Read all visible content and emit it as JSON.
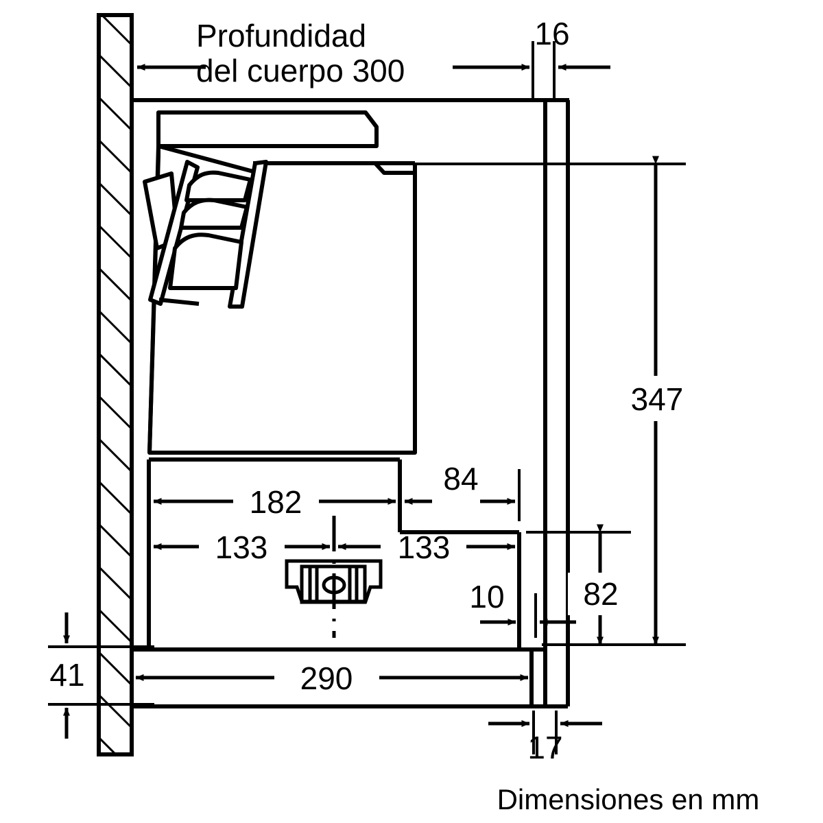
{
  "drawing": {
    "title_note_line1": "Profundidad",
    "title_note_line2": "del cuerpo 300",
    "footer_note": "Dimensiones en mm",
    "units": "mm",
    "line_color": "#000000",
    "background_color": "#ffffff"
  },
  "dimensions": {
    "body_depth": "300",
    "front_panel_16": "16",
    "height_347": "347",
    "height_82": "82",
    "width_182": "182",
    "width_84": "84",
    "width_133_left": "133",
    "width_133_right": "133",
    "offset_10": "10",
    "thickness_17": "17",
    "width_290": "290",
    "height_41": "41"
  },
  "labels": [
    {
      "id": "d300",
      "value": "300",
      "orientation": "horizontal"
    },
    {
      "id": "d16",
      "value": "16",
      "orientation": "horizontal"
    },
    {
      "id": "d347",
      "value": "347",
      "orientation": "vertical"
    },
    {
      "id": "d82",
      "value": "82",
      "orientation": "vertical"
    },
    {
      "id": "d182",
      "value": "182",
      "orientation": "horizontal"
    },
    {
      "id": "d84",
      "value": "84",
      "orientation": "horizontal"
    },
    {
      "id": "d133a",
      "value": "133",
      "orientation": "horizontal"
    },
    {
      "id": "d133b",
      "value": "133",
      "orientation": "horizontal"
    },
    {
      "id": "d10",
      "value": "10",
      "orientation": "horizontal"
    },
    {
      "id": "d17",
      "value": "17",
      "orientation": "horizontal"
    },
    {
      "id": "d290",
      "value": "290",
      "orientation": "horizontal"
    },
    {
      "id": "d41",
      "value": "41",
      "orientation": "vertical"
    }
  ]
}
